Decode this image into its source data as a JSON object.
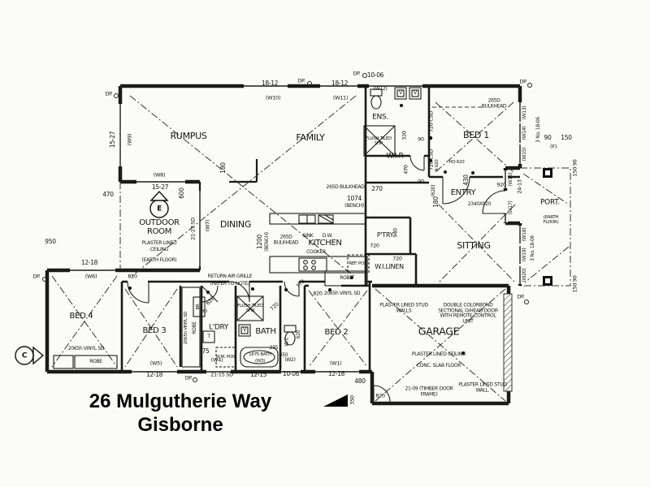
{
  "title": {
    "line1": "26 Mulgutherie Way",
    "line2": "Gisborne"
  },
  "texts": {
    "rumpus": "RUMPUS",
    "family": "FAMILY",
    "ens": "ENS.",
    "wir": "W.I.R",
    "bed1": "BED 1",
    "entry": "ENTRY",
    "port": "PORT.",
    "sitting": "SITTING",
    "dining": "DINING",
    "outdoor1": "OUTDOOR",
    "outdoor2": "ROOM",
    "kitchen": "KITCHEN",
    "ptry": "P'TRY",
    "wilinen": "W.I.LINEN",
    "bed4": "BED 4",
    "bed3": "BED 3",
    "ldry": "L'DRY",
    "bath": "BATH",
    "wc": "W.C",
    "bed2": "BED 2",
    "garage": "GARAGE",
    "plaster_lined": "PLASTER LINED",
    "ceiling": "CEILING",
    "earth_floor": "(EARTH FLOOR)",
    "earth_floor2": "(EARTH FLOOR)",
    "plc": "PLASTER LINED CEILING",
    "conc": "CONC. SLAB FLOOR",
    "plsw": "PLASTER LINED STUD WALLS",
    "plsw2": "PLASTER LINED STUD WALL.",
    "colorbond": "DOUBLE COLORBOND SECTIONAL O/HEAD DOOR WITH REMOTE-CONTROL UNIT",
    "timber": "21-09 (TIMBER DOOR FRAME)",
    "rag1": "RETURN AIR GRILLE",
    "rag2": "(REFER TO NOTE)",
    "vinyl": "2065h VINYL SD",
    "robe": "ROBE",
    "br": "BR",
    "wm": "W.M. POS.",
    "ref": "REF. POS.",
    "sink": "SINK",
    "dw": "D.W.",
    "cooker": "COOKER",
    "shr": "FLUSH TILED SHR",
    "bath1675": "1675 BATH",
    "bulkhead": "265D BULKHEAD",
    "bench": "(BENCH)",
    "no1806": "3 No. 18-06",
    "door2340": "2340X920",
    "ho620": "HO 620",
    "h620": "H 620",
    "ho": "HO",
    "v": "V",
    "t": "T",
    "f": "(F)",
    "dp": "DP.",
    "e": "E",
    "c": "C",
    "w1": "(W1)",
    "w2": "(W2)",
    "w3": "(W3)",
    "w4": "(W4)",
    "w5": "(W5)",
    "w6": "(W6)",
    "w7": "(W7)",
    "w8": "(W8)",
    "w9": "(W9)",
    "w10": "(W10)",
    "w11": "(W11)",
    "w12": "(W12)",
    "w13": "(W13)",
    "w14": "(W14)",
    "w15": "(W15)",
    "w16": "(W16)",
    "w17": "(W17)",
    "w18": "(W18)",
    "w19": "(W19)",
    "w20": "(W20)",
    "d18_12": "18-12",
    "d10_06": "10-06",
    "d15_27": "15-27",
    "d470": "470",
    "d600": "600",
    "d950": "950",
    "d12_18": "12-18",
    "d21_27": "21-27 SD",
    "d21_15": "21-15 SD",
    "d12_15": "12-15",
    "d24_13": "24-13",
    "d90": "90",
    "d150": "150",
    "d15090": "150   90",
    "d720": "720",
    "d720csd": "720 CSD",
    "d620p": "(620)",
    "d320": "320",
    "d1074": "1074",
    "d270": "270",
    "d1200": "1200",
    "d940": "940",
    "d820": "820",
    "d770": "770",
    "d620": "620",
    "d450": "450",
    "d235": "235",
    "d75": "75",
    "d430": "430",
    "d920": "920",
    "d350": "350",
    "d480": "480",
    "d180": "180"
  }
}
